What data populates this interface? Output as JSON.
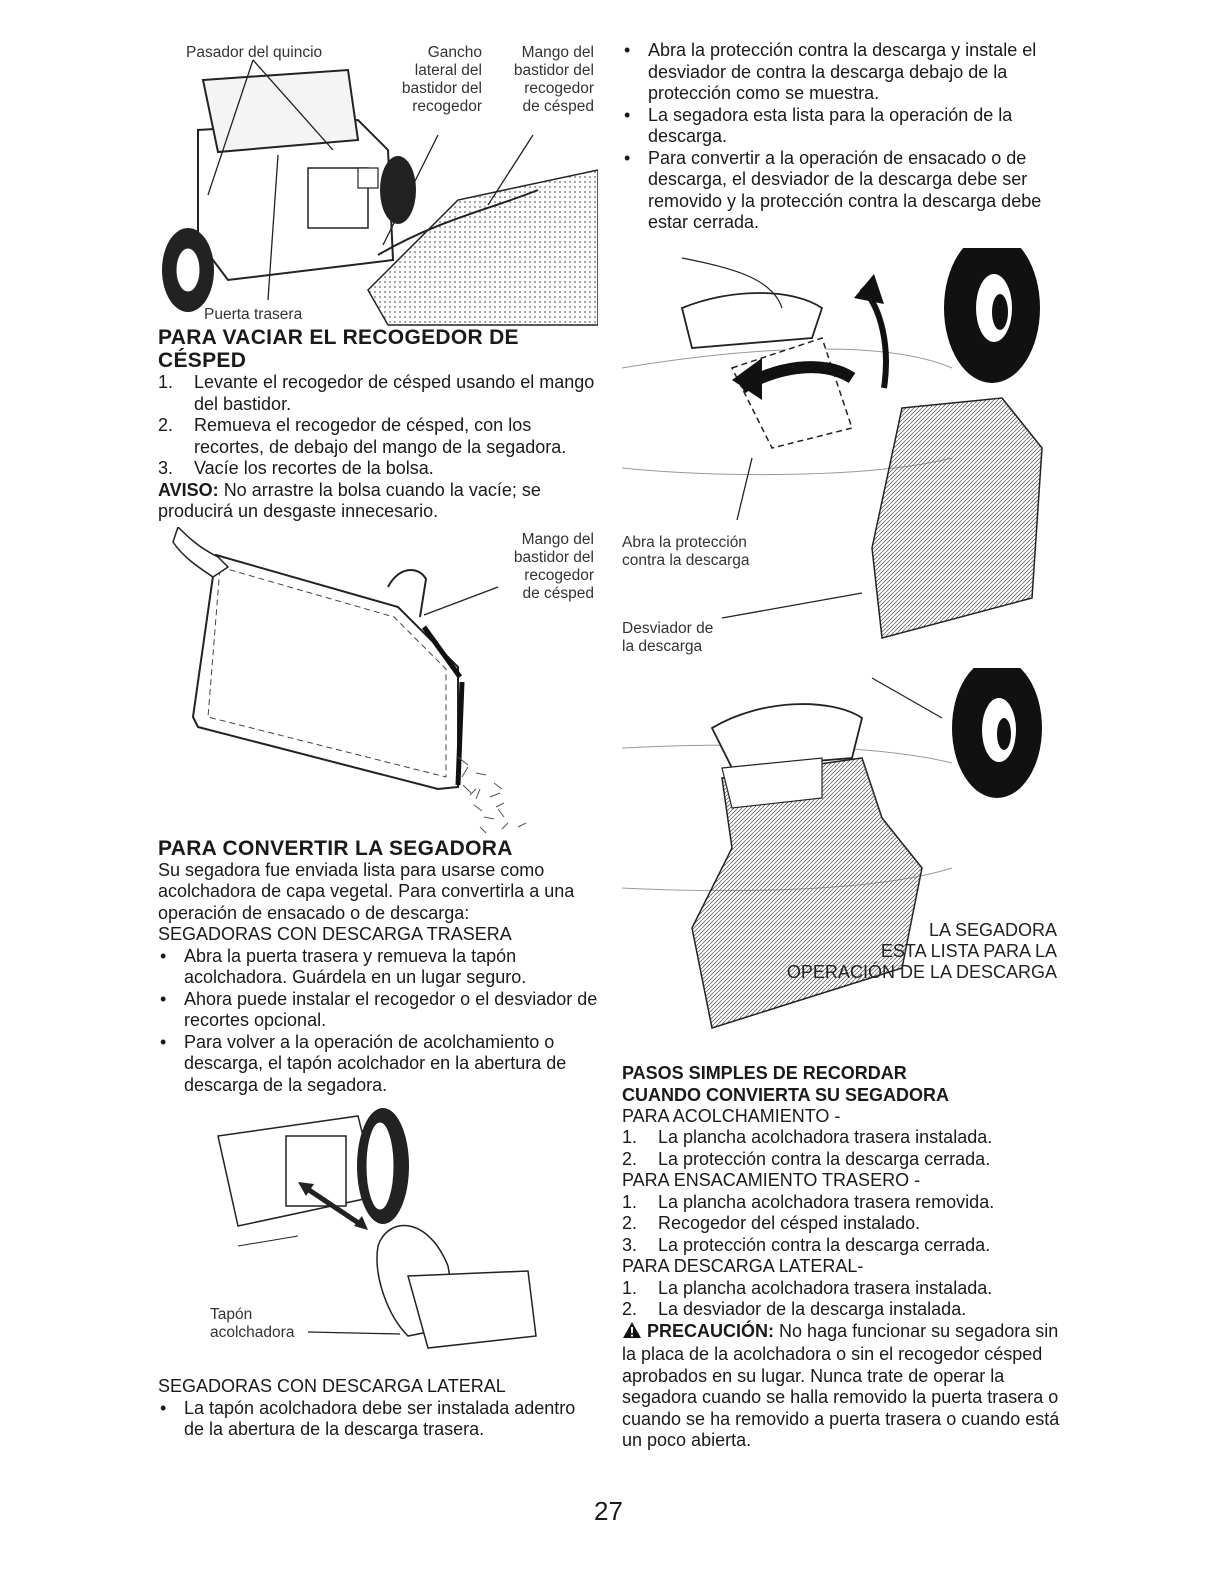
{
  "page_number": "27",
  "fig1": {
    "labels": {
      "pasador": "Pasador del quincio",
      "gancho": [
        "Gancho",
        "lateral del",
        "bastidor del",
        "recogedor"
      ],
      "mango": [
        "Mango del",
        "bastidor del",
        "recogedor",
        "de césped"
      ],
      "puerta": "Puerta trasera"
    }
  },
  "vaciar": {
    "title_lines": [
      "PARA VACIAR EL RECOGEDOR DE",
      "CÉSPED"
    ],
    "steps": [
      {
        "n": "1.",
        "text": "Levante el recogedor de césped usando el mango del bastidor."
      },
      {
        "n": "2.",
        "text": "Remueva el recogedor de césped, con los recortes, de debajo del mango de la segadora."
      },
      {
        "n": "3.",
        "text": "Vacíe los recortes de la bolsa."
      }
    ],
    "aviso_label": "AVISO:",
    "aviso_text": "No arrastre la bolsa cuando la vacíe; se producirá un desgaste innecesario."
  },
  "fig2": {
    "labels": {
      "mango": [
        "Mango del",
        "bastidor del",
        "recogedor",
        "de césped"
      ]
    }
  },
  "convertir": {
    "title": "PARA CONVERTIR LA SEGADORA",
    "intro": "Su segadora fue enviada lista para usarse como acolchadora de capa vegetal. Para convertirla a una operación de ensacado o de descarga:",
    "trasera_heading": "SEGADORAS CON DESCARGA TRASERA",
    "trasera_bullets": [
      "Abra la puerta trasera y remueva la tapón acolchadora. Guárdela en un lugar seguro.",
      "Ahora puede instalar el recogedor o el desviador de recortes opcional.",
      "Para volver a la operación de acolchamiento o descarga, el tapón acolchador en la abertura de descarga de la segadora."
    ],
    "lateral_heading": "SEGADORAS CON DESCARGA LATERAL",
    "lateral_bullets": [
      "La tapón acolchadora debe ser instalada adentro de la abertura de la descarga trasera."
    ]
  },
  "fig3": {
    "labels": {
      "tapon": [
        "Tapón",
        "acolchadora"
      ]
    }
  },
  "right_top": {
    "bullets": [
      "Abra la protección contra la descarga y instale el desviador de contra la descarga debajo de la protección como se muestra.",
      "La segadora esta lista para la operación de la descarga.",
      "Para convertir a la operación de ensacado o de descarga, el desviador de la descarga debe ser removido y la protección contra la descarga debe estar cerrada."
    ]
  },
  "fig4": {
    "labels": {
      "abra": [
        "Abra la protección",
        "contra la descarga"
      ],
      "desviador": [
        "Desviador de",
        "la descarga"
      ]
    }
  },
  "fig5": {
    "caption": [
      "LA SEGADORA",
      "ESTA LISTA PARA LA",
      "OPERACIÓN DE LA DESCARGA"
    ]
  },
  "pasos": {
    "title_lines": [
      "PASOS SIMPLES DE RECORDAR",
      "CUANDO CONVIERTA SU SEGADORA"
    ],
    "groups": [
      {
        "heading": "PARA ACOLCHAMIENTO -",
        "items": [
          {
            "n": "1.",
            "text": "La plancha acolchadora trasera instalada."
          },
          {
            "n": "2.",
            "text": "La protección contra la descarga cerrada."
          }
        ]
      },
      {
        "heading": "PARA ENSACAMIENTO TRASERO -",
        "items": [
          {
            "n": "1.",
            "text": "La plancha acolchadora trasera removida."
          },
          {
            "n": "2.",
            "text": "Recogedor del césped instalado."
          },
          {
            "n": "3.",
            "text": "La protección contra la descarga cerrada."
          }
        ]
      },
      {
        "heading": "PARA DESCARGA LATERAL-",
        "items": [
          {
            "n": "1.",
            "text": "La plancha acolchadora trasera instalada."
          },
          {
            "n": "2.",
            "text": "La desviador de la descarga instalada."
          }
        ]
      }
    ],
    "precaucion_label": "PRECAUCIÓN:",
    "precaucion_text": "No haga funcionar su segadora sin la placa de la acolchadora o sin el recogedor césped aprobados en su lugar. Nunca trate de operar la segadora cuando se halla removido la puerta trasera o cuando se ha removido a puerta trasera o cuando está un poco abierta."
  }
}
